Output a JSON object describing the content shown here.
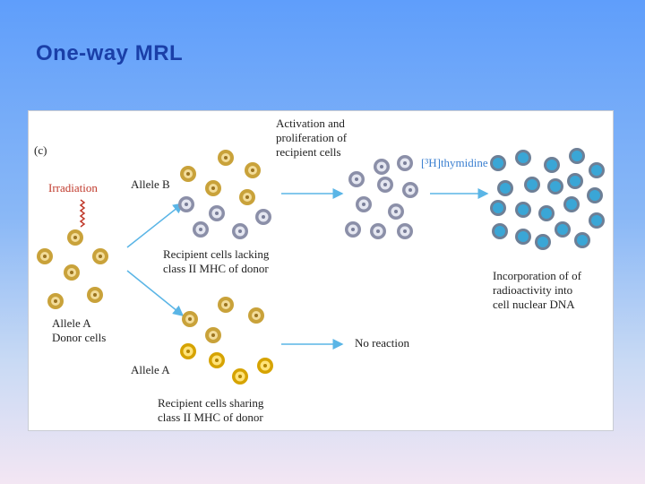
{
  "slide": {
    "title": "One-way MRL"
  },
  "figure": {
    "panel_label": "(c)",
    "irradiation": "Irradiation",
    "allele_b": "Allele B",
    "allele_a_recipient": "Allele A",
    "donor_label": "Allele A\nDonor cells",
    "recipient_lacking": "Recipient cells lacking\nclass II MHC of donor",
    "recipient_sharing": "Recipient cells sharing\nclass II MHC of donor",
    "activation": "Activation and\nproliferation of\nrecipient cells",
    "thymidine": "[³H]thymidine",
    "incorporation": "Incorporation of of\nradioactivity into\ncell nuclear DNA",
    "no_reaction": "No reaction",
    "colors": {
      "donor": "#c9a23a",
      "donor_inner": "#f2dc9a",
      "recipient_b": "#8b8fa8",
      "recipient_b_inner": "#e4e6f0",
      "recipient_a": "#d6a300",
      "recipient_a_inner": "#ffe37a",
      "activated": "#6d7f96",
      "activated_nucleus": "#3aa6d6",
      "arrow": "#5ab5e6",
      "irradiation_line": "#c0392b"
    }
  }
}
